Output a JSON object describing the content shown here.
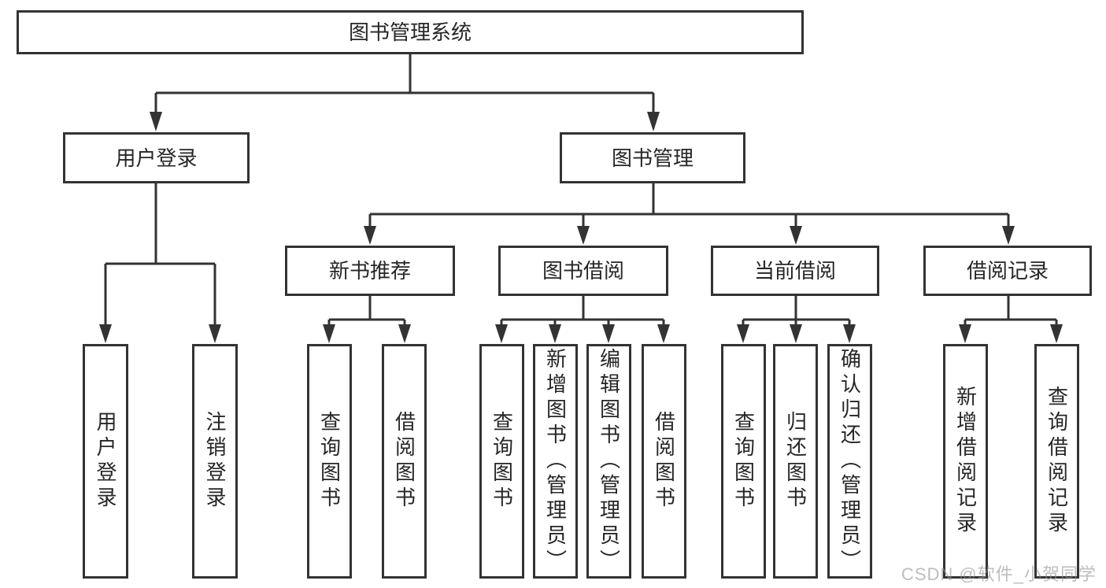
{
  "diagram": {
    "nodes": {
      "root": "图书管理系统",
      "user_login": "用户登录",
      "book_mgmt": "图书管理",
      "new_books": "新书推荐",
      "book_borrow": "图书借阅",
      "current_borrow": "当前借阅",
      "borrow_records": "借阅记录",
      "leaf_user_login": "用户登录",
      "leaf_logout": "注销登录",
      "leaf_nb_query": "查询图书",
      "leaf_nb_borrow": "借阅图书",
      "leaf_bb_query": "查询图书",
      "leaf_bb_add": "新增图书（管理员）",
      "leaf_bb_edit": "编辑图书（管理员）",
      "leaf_bb_borrow": "借阅图书",
      "leaf_cb_query": "查询图书",
      "leaf_cb_return": "归还图书",
      "leaf_cb_confirm": "确认归还（管理员）",
      "leaf_br_add": "新增借阅记录",
      "leaf_br_query": "查询借阅记录"
    },
    "colors": {
      "line": "#333333",
      "text": "#262626",
      "watermark": "#919191"
    }
  },
  "watermark": "CSDN @软件_小贺同学"
}
